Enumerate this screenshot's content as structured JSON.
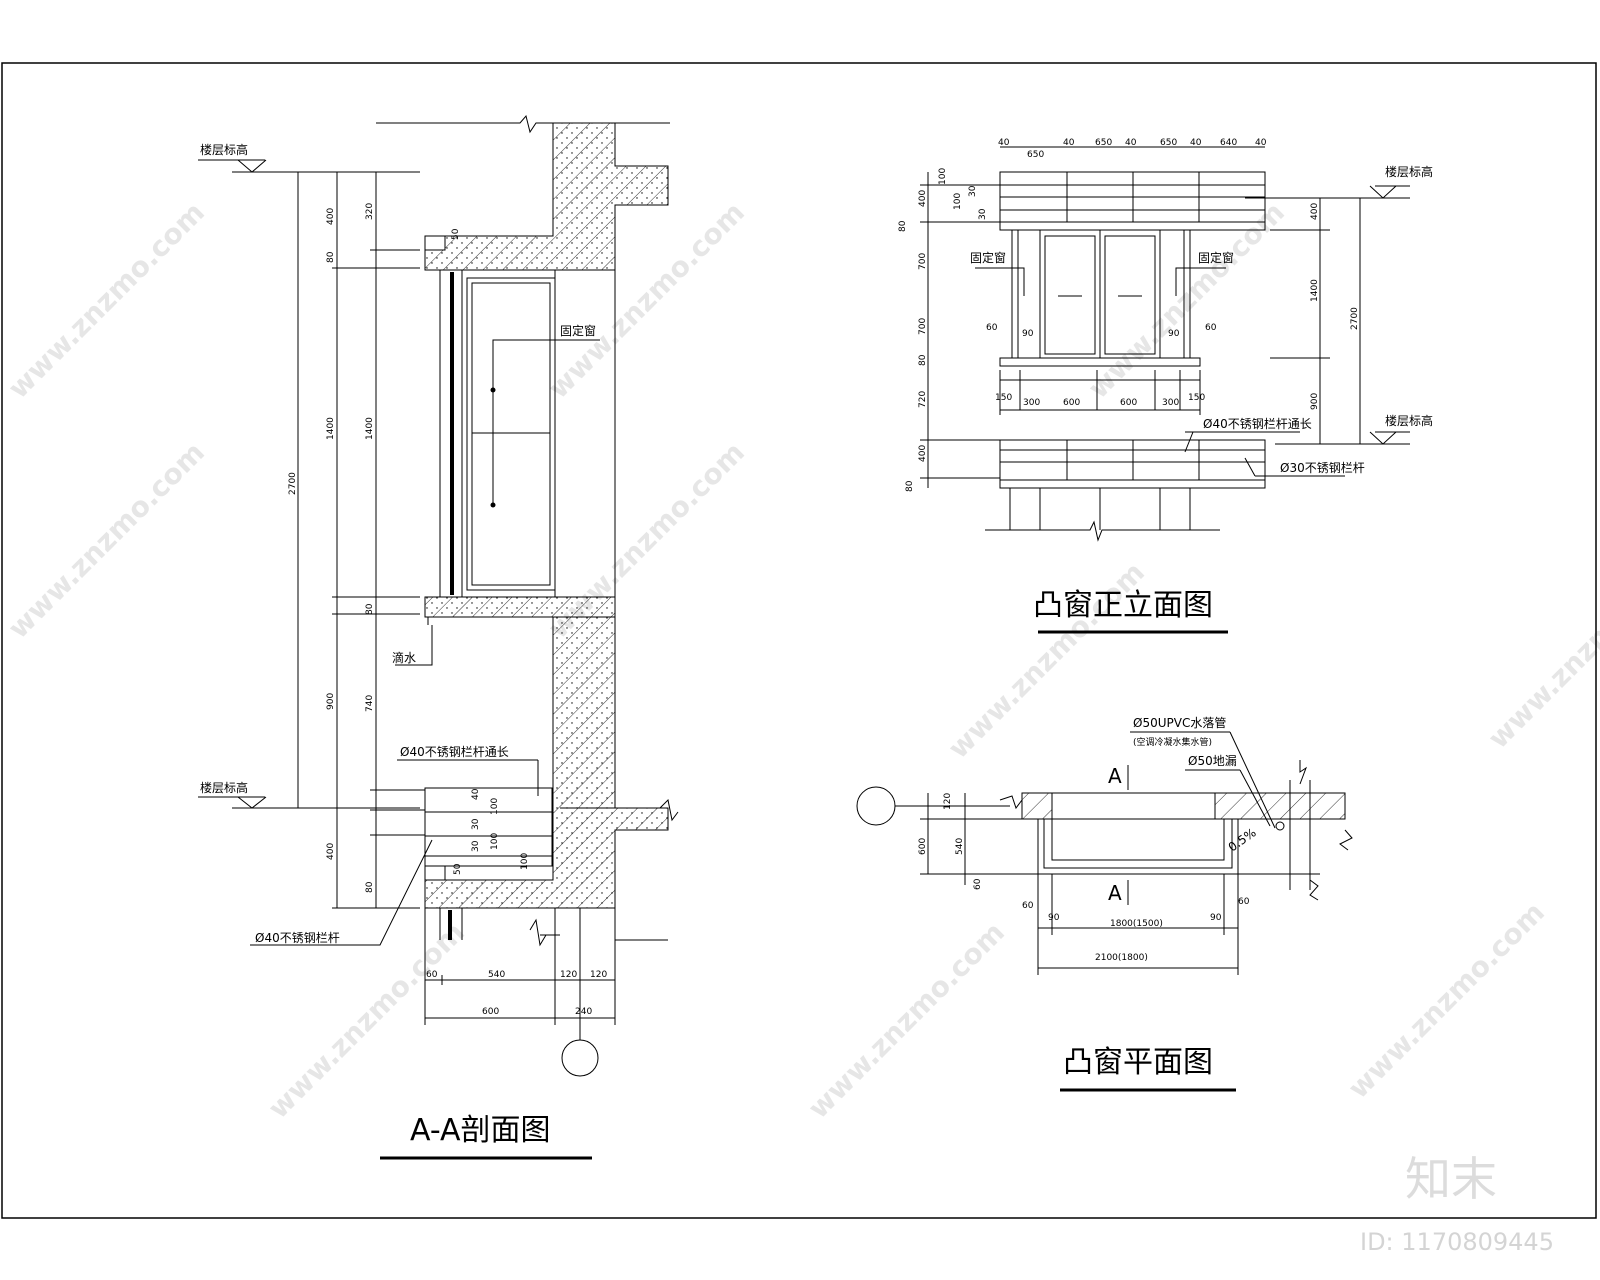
{
  "watermark": {
    "url": "www.znzmo.com",
    "brand": "知末",
    "id": "ID: 1170809445"
  },
  "section_aa": {
    "title": "A-A剖面图",
    "label_floor_top": "楼层标高",
    "label_floor_bottom": "楼层标高",
    "label_fixed_window": "固定窗",
    "label_drip": "滴水",
    "label_rail_through": "Ø40不锈钢栏杆通长",
    "label_rail": "Ø40不锈钢栏杆",
    "dims_left": [
      "400",
      "80",
      "1400",
      "900",
      "400",
      "80"
    ],
    "dims_total": "2700",
    "dims_inner": [
      "320",
      "1400",
      "80",
      "740"
    ],
    "dims_small": [
      "50",
      "40",
      "100",
      "100",
      "100",
      "30",
      "30",
      "50"
    ],
    "dims_bottom_top": [
      "60",
      "540",
      "120",
      "120"
    ],
    "dims_bottom": [
      "600",
      "240"
    ]
  },
  "elevation": {
    "title": "凸窗正立面图",
    "label_floor_top": "楼层标高",
    "label_floor_bottom": "楼层标高",
    "label_fixed_left": "固定窗",
    "label_fixed_right": "固定窗",
    "label_rail40": "Ø40不锈钢栏杆通长",
    "label_rail30": "Ø30不锈钢栏杆",
    "dims_top": [
      "40",
      "650",
      "40",
      "650",
      "40",
      "650",
      "40",
      "640",
      "40"
    ],
    "dims_left": [
      "400",
      "100",
      "30",
      "100",
      "30",
      "80",
      "700",
      "700",
      "80",
      "720",
      "400",
      "80"
    ],
    "dims_mid": [
      "60",
      "90",
      "90",
      "60"
    ],
    "dims_bay": [
      "150",
      "300",
      "600",
      "600",
      "300",
      "150"
    ],
    "dims_right": [
      "400",
      "1400",
      "900"
    ],
    "dims_total": "2700"
  },
  "plan": {
    "title": "凸窗平面图",
    "label_pipe": "Ø50UPVC水落管",
    "label_pipe_sub": "(空调冷凝水集水管)",
    "label_drain": "Ø50地漏",
    "label_slope": "0.5%",
    "section_mark": "A",
    "dims_left": [
      "120",
      "600",
      "540",
      "60"
    ],
    "dims_bottom_small": [
      "60",
      "90",
      "90",
      "60"
    ],
    "dims_inner": "1800(1500)",
    "dims_outer": "2100(1800)"
  }
}
